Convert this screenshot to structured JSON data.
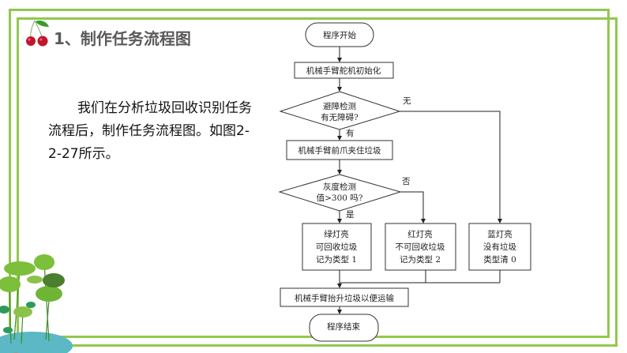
{
  "slide": {
    "title": "1、制作任务流程图",
    "paragraph_lines": [
      "我们在分析垃圾回收识别任务",
      "流程后，制作任务流程图。如图2-",
      "2-27所示。"
    ],
    "accent_color": "#92c84f",
    "icons": [
      "cherry-icon",
      "lotus-pond-illustration"
    ]
  },
  "flowchart": {
    "start": "程序开始",
    "init": "机械手臂舵机初始化",
    "decision1": [
      "避障检测",
      "有无障碍?"
    ],
    "decision1_no": "无",
    "decision1_yes": "有",
    "grab": "机械手臂前爪夹住垃圾",
    "decision2": [
      "灰度检测",
      "值>300 吗?"
    ],
    "decision2_no": "否",
    "decision2_yes": "是",
    "green_box": [
      "绿灯亮",
      "可回收垃圾",
      "记为类型 1"
    ],
    "red_box": [
      "红灯亮",
      "不可回收垃圾",
      "记为类型 2"
    ],
    "blue_box": [
      "蓝灯亮",
      "没有垃圾",
      "类型清 0"
    ],
    "lift": "机械手臂抬升垃圾以便运输",
    "end": "程序结束"
  }
}
